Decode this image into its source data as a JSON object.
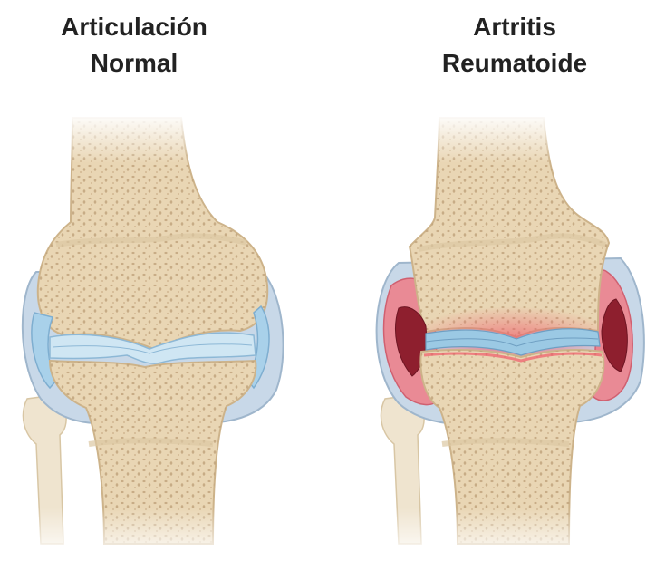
{
  "titles": {
    "normal": {
      "line1": "Articulación",
      "line2": "Normal"
    },
    "ra": {
      "line1": "Artritis",
      "line2": "Reumatoide"
    }
  },
  "colors": {
    "bone": "#e9d6b4",
    "bone_outline": "#cdb38a",
    "trabecular_dot": "#bfa27a",
    "capsule": "#b9cde0",
    "synovial_fluid": "#a9d1ea",
    "cartilage": "#cfe6f3",
    "inflamed_synovium": "#e98a95",
    "inflammation_glow": "#f05a6a",
    "pannus": "#8e1f2e",
    "text": "#222222"
  },
  "icons": {
    "normal": "normal-knee-joint-illustration",
    "ra": "rheumatoid-knee-joint-illustration"
  }
}
